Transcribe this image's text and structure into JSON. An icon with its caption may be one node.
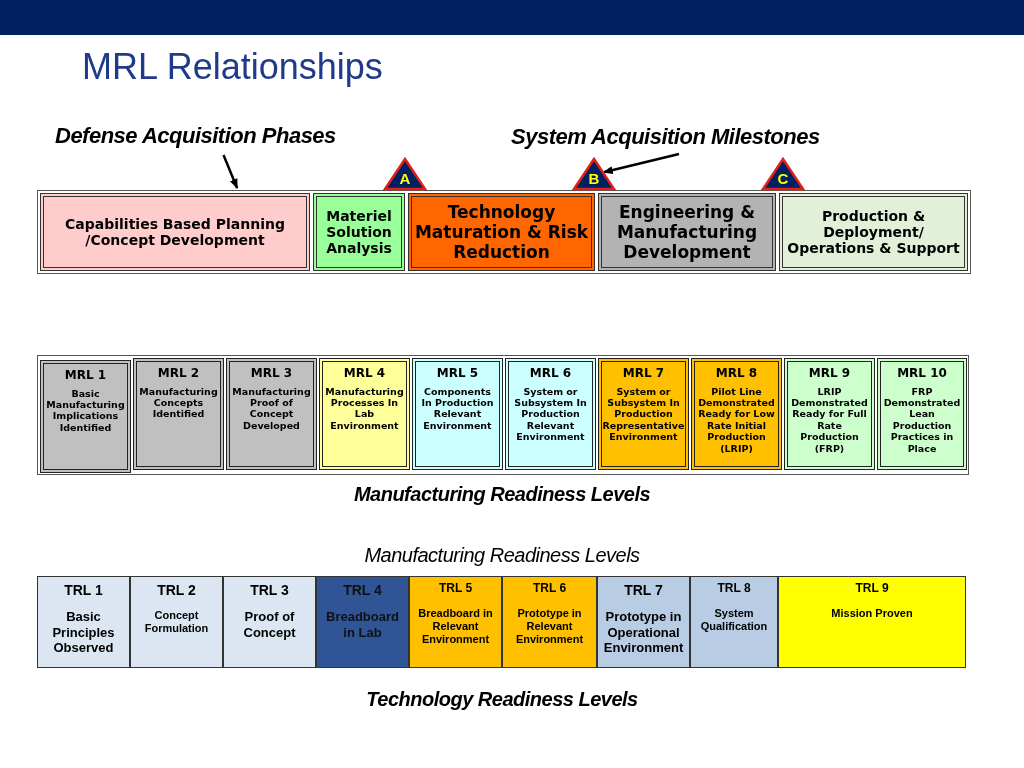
{
  "diagram": {
    "title": "MRL Relationships",
    "nodes": [
      {
        "text": [
          "Defense Acquisition Phases"
        ]
      },
      {
        "text": [
          "System Acquisition Milestones"
        ]
      },
      {
        "text": [
          "A"
        ]
      },
      {
        "text": [
          "B"
        ]
      },
      {
        "text": [
          "C"
        ]
      },
      {
        "text": [
          "Capabilities Based Planning /Concept Development"
        ]
      },
      {
        "text": [
          "Materiel Solution Analysis"
        ]
      },
      {
        "text": [
          "Technology Maturation & Risk Reduction"
        ]
      },
      {
        "text": [
          "Engineering & Manufacturing Development"
        ]
      },
      {
        "text": [
          "Production & Deployment/ Operations & Support"
        ]
      },
      {
        "text": [
          "MRL 1",
          "Basic Manufacturing Implications Identified"
        ]
      },
      {
        "text": [
          "MRL 2",
          "Manufacturing Concepts Identified"
        ]
      },
      {
        "text": [
          "MRL 3",
          "Manufacturing Proof of Concept Developed"
        ]
      },
      {
        "text": [
          "MRL 4",
          "Manufacturing Processes In Lab Environment"
        ]
      },
      {
        "text": [
          "MRL 5",
          "Components In Production Relevant Environment"
        ]
      },
      {
        "text": [
          "MRL 6",
          "System or Subsystem In Production Relevant Environment"
        ]
      },
      {
        "text": [
          "MRL 7",
          "System or Subsystem In Production Representative Environment"
        ]
      },
      {
        "text": [
          "MRL 8",
          "Pilot Line Demonstrated Ready for Low Rate Initial Production (LRIP)"
        ]
      },
      {
        "text": [
          "MRL 9",
          "LRIP Demonstrated Ready for Full Rate Production (FRP)"
        ]
      },
      {
        "text": [
          "MRL 10",
          "FRP Demonstrated Lean Production Practices in Place"
        ]
      },
      {
        "text": [
          "TRL 1",
          "Basic Principles Observed"
        ]
      },
      {
        "text": [
          "TRL 2",
          "Concept Formulation"
        ]
      },
      {
        "text": [
          "TRL 3",
          "Proof of Concept"
        ]
      },
      {
        "text": [
          "TRL 4",
          "Breadboard in Lab"
        ]
      },
      {
        "text": [
          "TRL 5",
          "Breadboard in Relevant Environment"
        ]
      },
      {
        "text": [
          "TRL 6",
          "Prototype in Relevant Environment"
        ]
      },
      {
        "text": [
          "TRL 7",
          "Prototype in Operational Environment"
        ]
      },
      {
        "text": [
          "TRL 8",
          "System Qualification"
        ]
      },
      {
        "text": [
          "TRL 9",
          "Mission Proven"
        ]
      }
    ],
    "edges": [
      {
        "from": 0,
        "to": 5,
        "arrow": "to"
      },
      {
        "from": 1,
        "to": 3,
        "arrow": "to"
      }
    ],
    "labels": [
      "Manufacturing Readiness Levels",
      "Manufacturing Readiness Levels",
      "Technology Readiness Levels"
    ]
  }
}
